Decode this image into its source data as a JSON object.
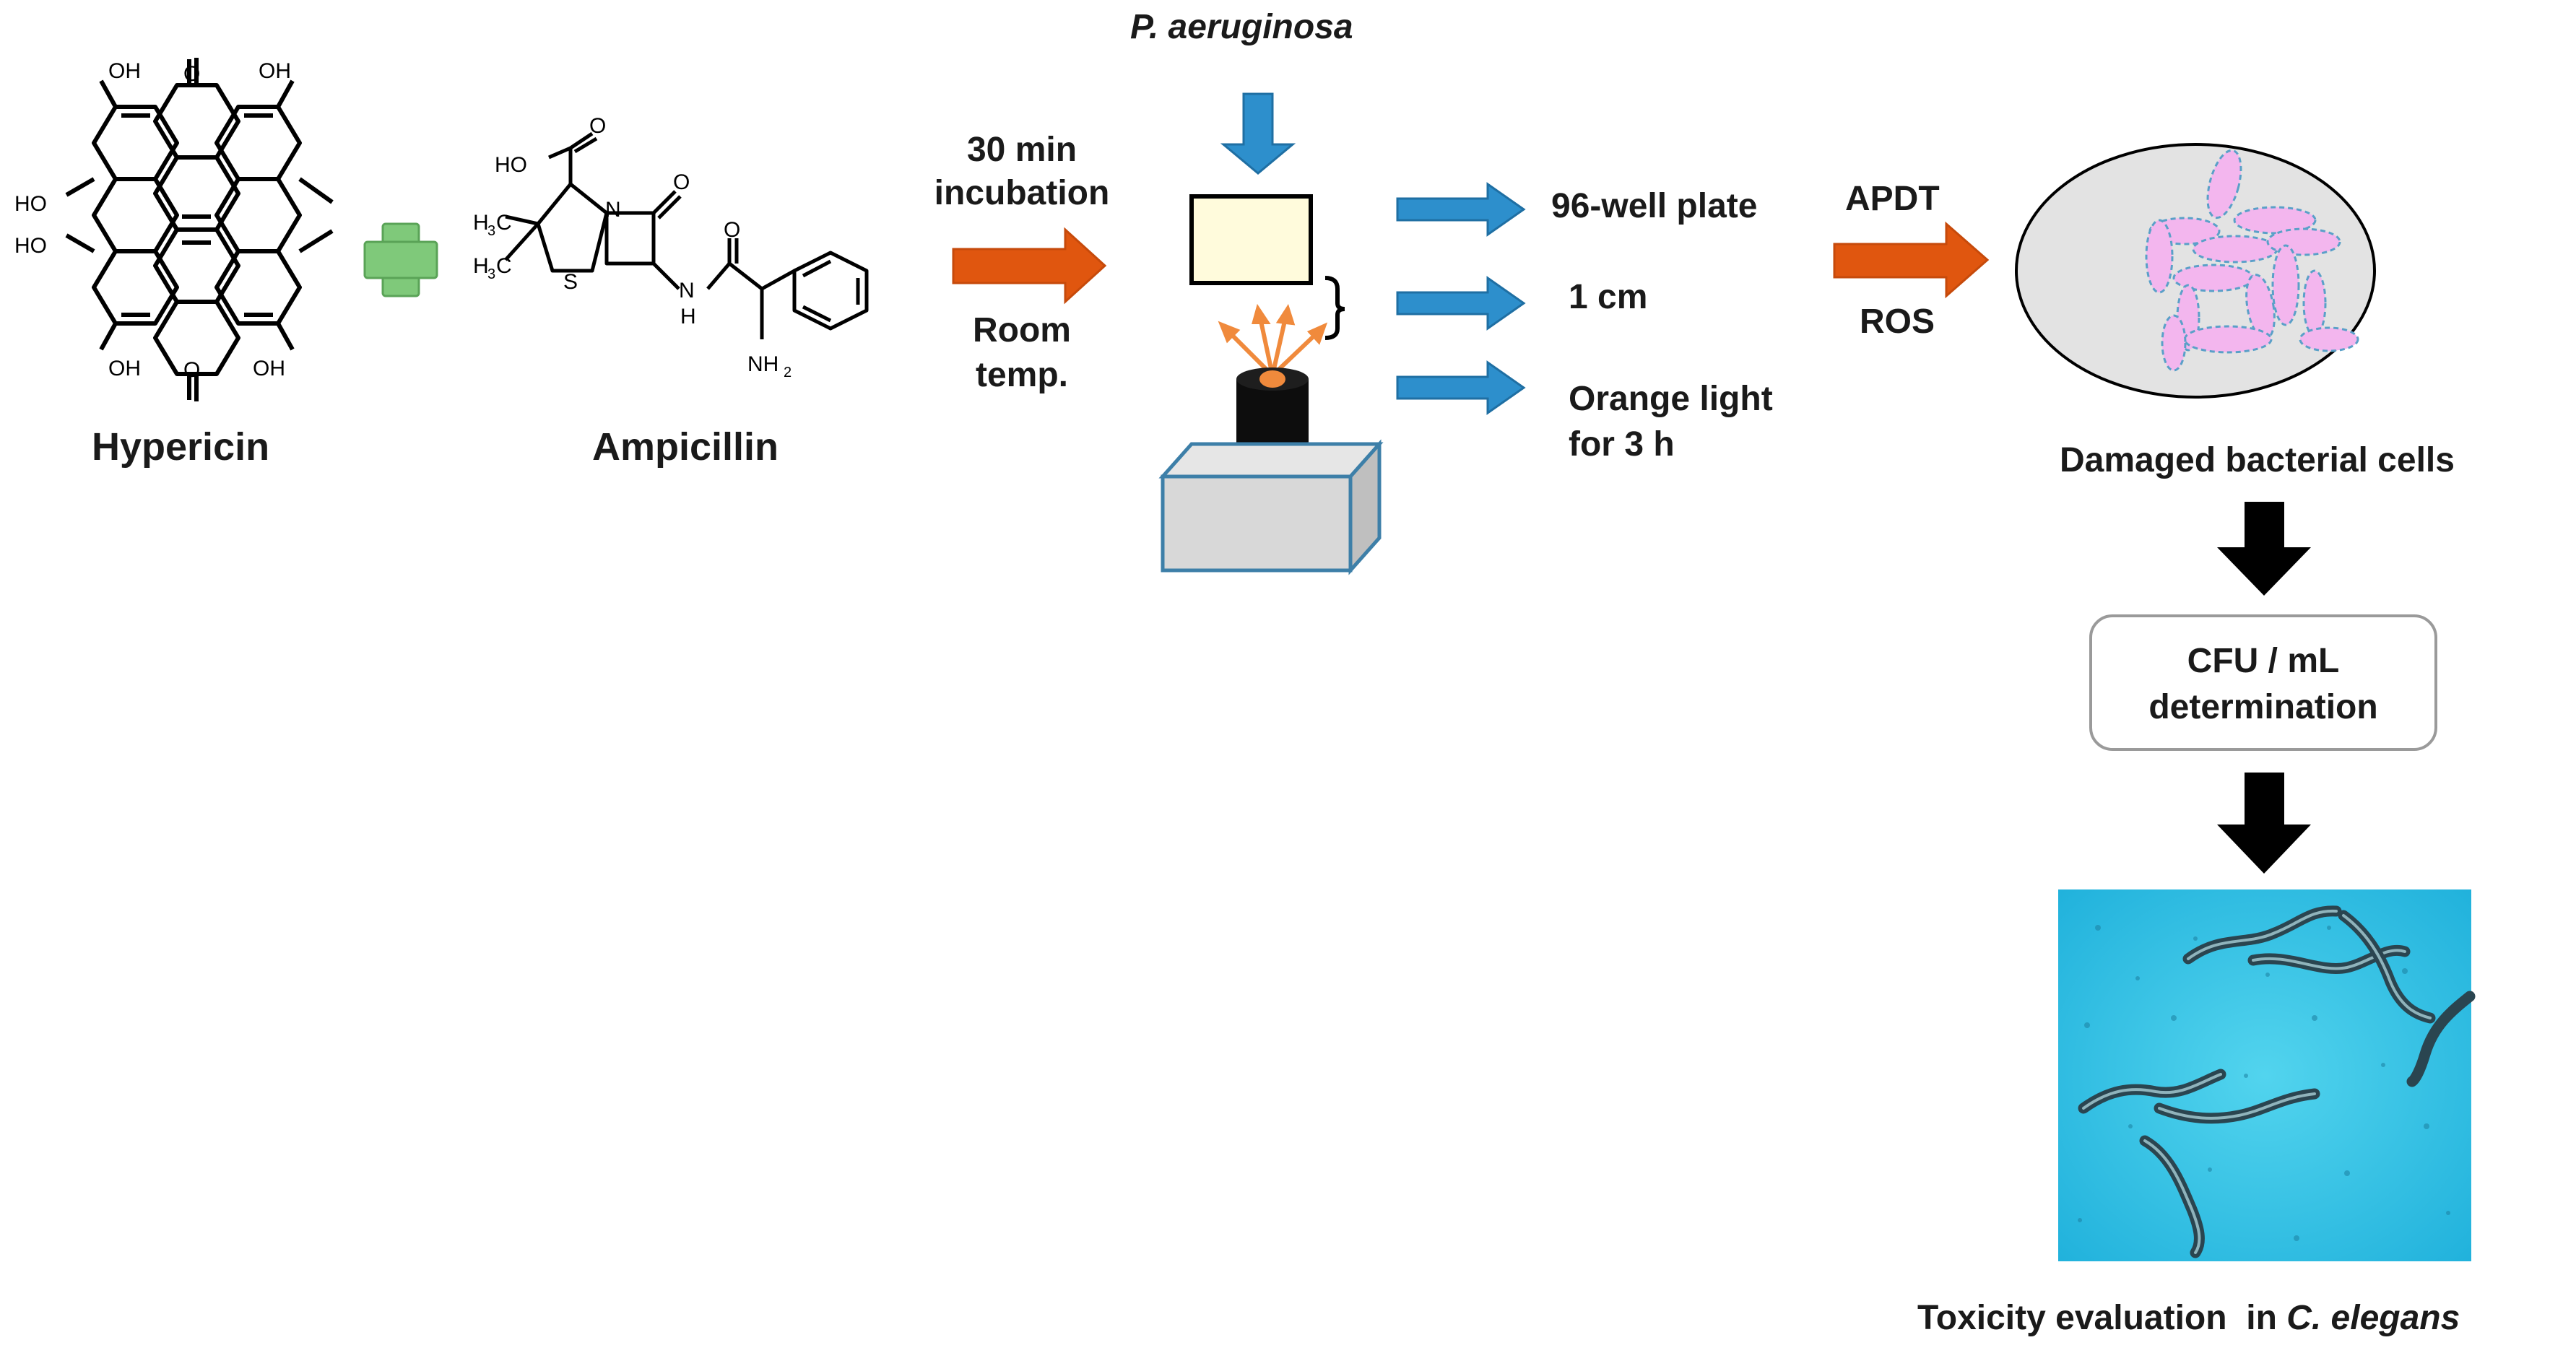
{
  "molecules": {
    "hypericin": {
      "name": "Hypericin",
      "groups": {
        "oh": "OH",
        "ho": "HO",
        "o": "O"
      }
    },
    "ampicillin": {
      "name": "Ampicillin",
      "groups": {
        "hooc": "HO",
        "o": "O",
        "n": "N",
        "s": "S",
        "h3c": "H",
        "three": "3",
        "c": "C",
        "nh": "N",
        "h": "H",
        "nh2": "NH",
        "two": "2"
      }
    }
  },
  "step1": {
    "line1": "30 min",
    "line2": "incubation",
    "line3": "Room",
    "line4": "temp."
  },
  "setup": {
    "organism": "P. aeruginosa",
    "notes": [
      "96-well plate",
      "1 cm",
      "Orange light",
      "for 3 h"
    ]
  },
  "step2": {
    "top": "APDT",
    "bottom": "ROS"
  },
  "result": {
    "title": "Damaged bacterial cells"
  },
  "cfu": {
    "line1": "CFU / mL",
    "line2": "determination"
  },
  "toxicity": {
    "prefix": "Toxicity evaluation  in ",
    "organism": "C. elegans"
  },
  "colors": {
    "orange_arrow": "#e0560f",
    "blue_arrow": "#2d8fcc",
    "green_plus": "#7fc97a",
    "plate_fill": "#fffbdc",
    "box_fill": "#d8d8d8",
    "box_edge": "#3d7fa8",
    "cell_fill": "#f3b6ee",
    "cell_edge": "#5aa0c8",
    "petri_fill": "#e3e3e3",
    "worm_bg": "#3cc6e6"
  }
}
